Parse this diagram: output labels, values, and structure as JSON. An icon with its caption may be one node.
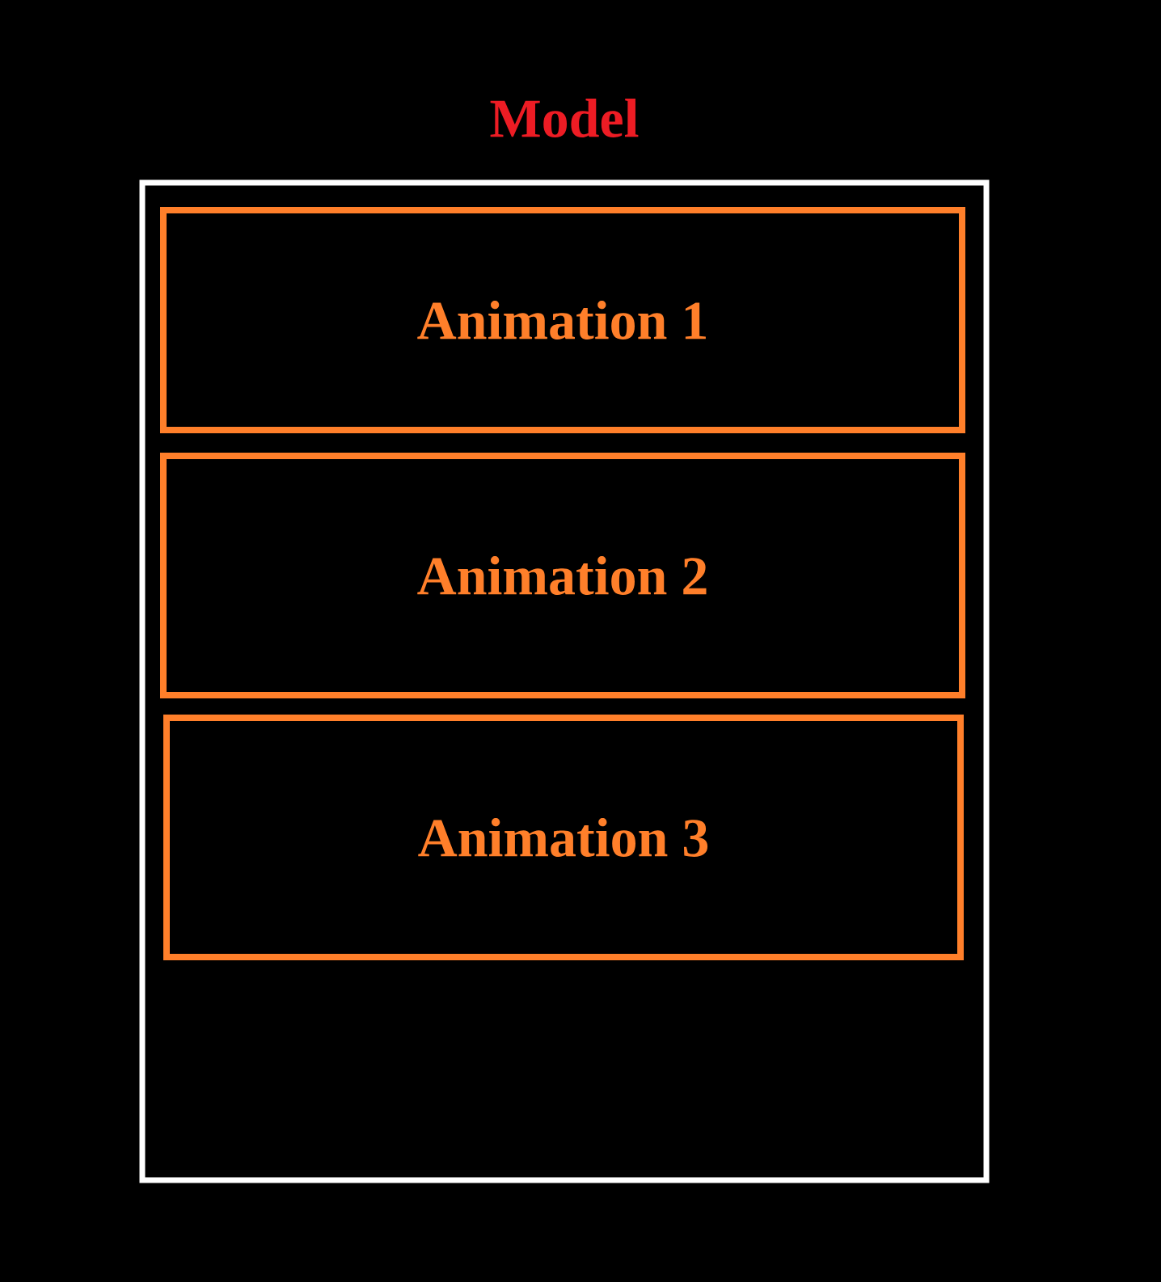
{
  "diagram": {
    "nodes": [
      {
        "text": [
          "Model"
        ]
      },
      {
        "text": [
          "Animation 1"
        ],
        "in": 0
      },
      {
        "text": [
          "Animation 2"
        ],
        "in": 0
      },
      {
        "text": [
          "Animation 3"
        ],
        "in": 0
      }
    ]
  }
}
